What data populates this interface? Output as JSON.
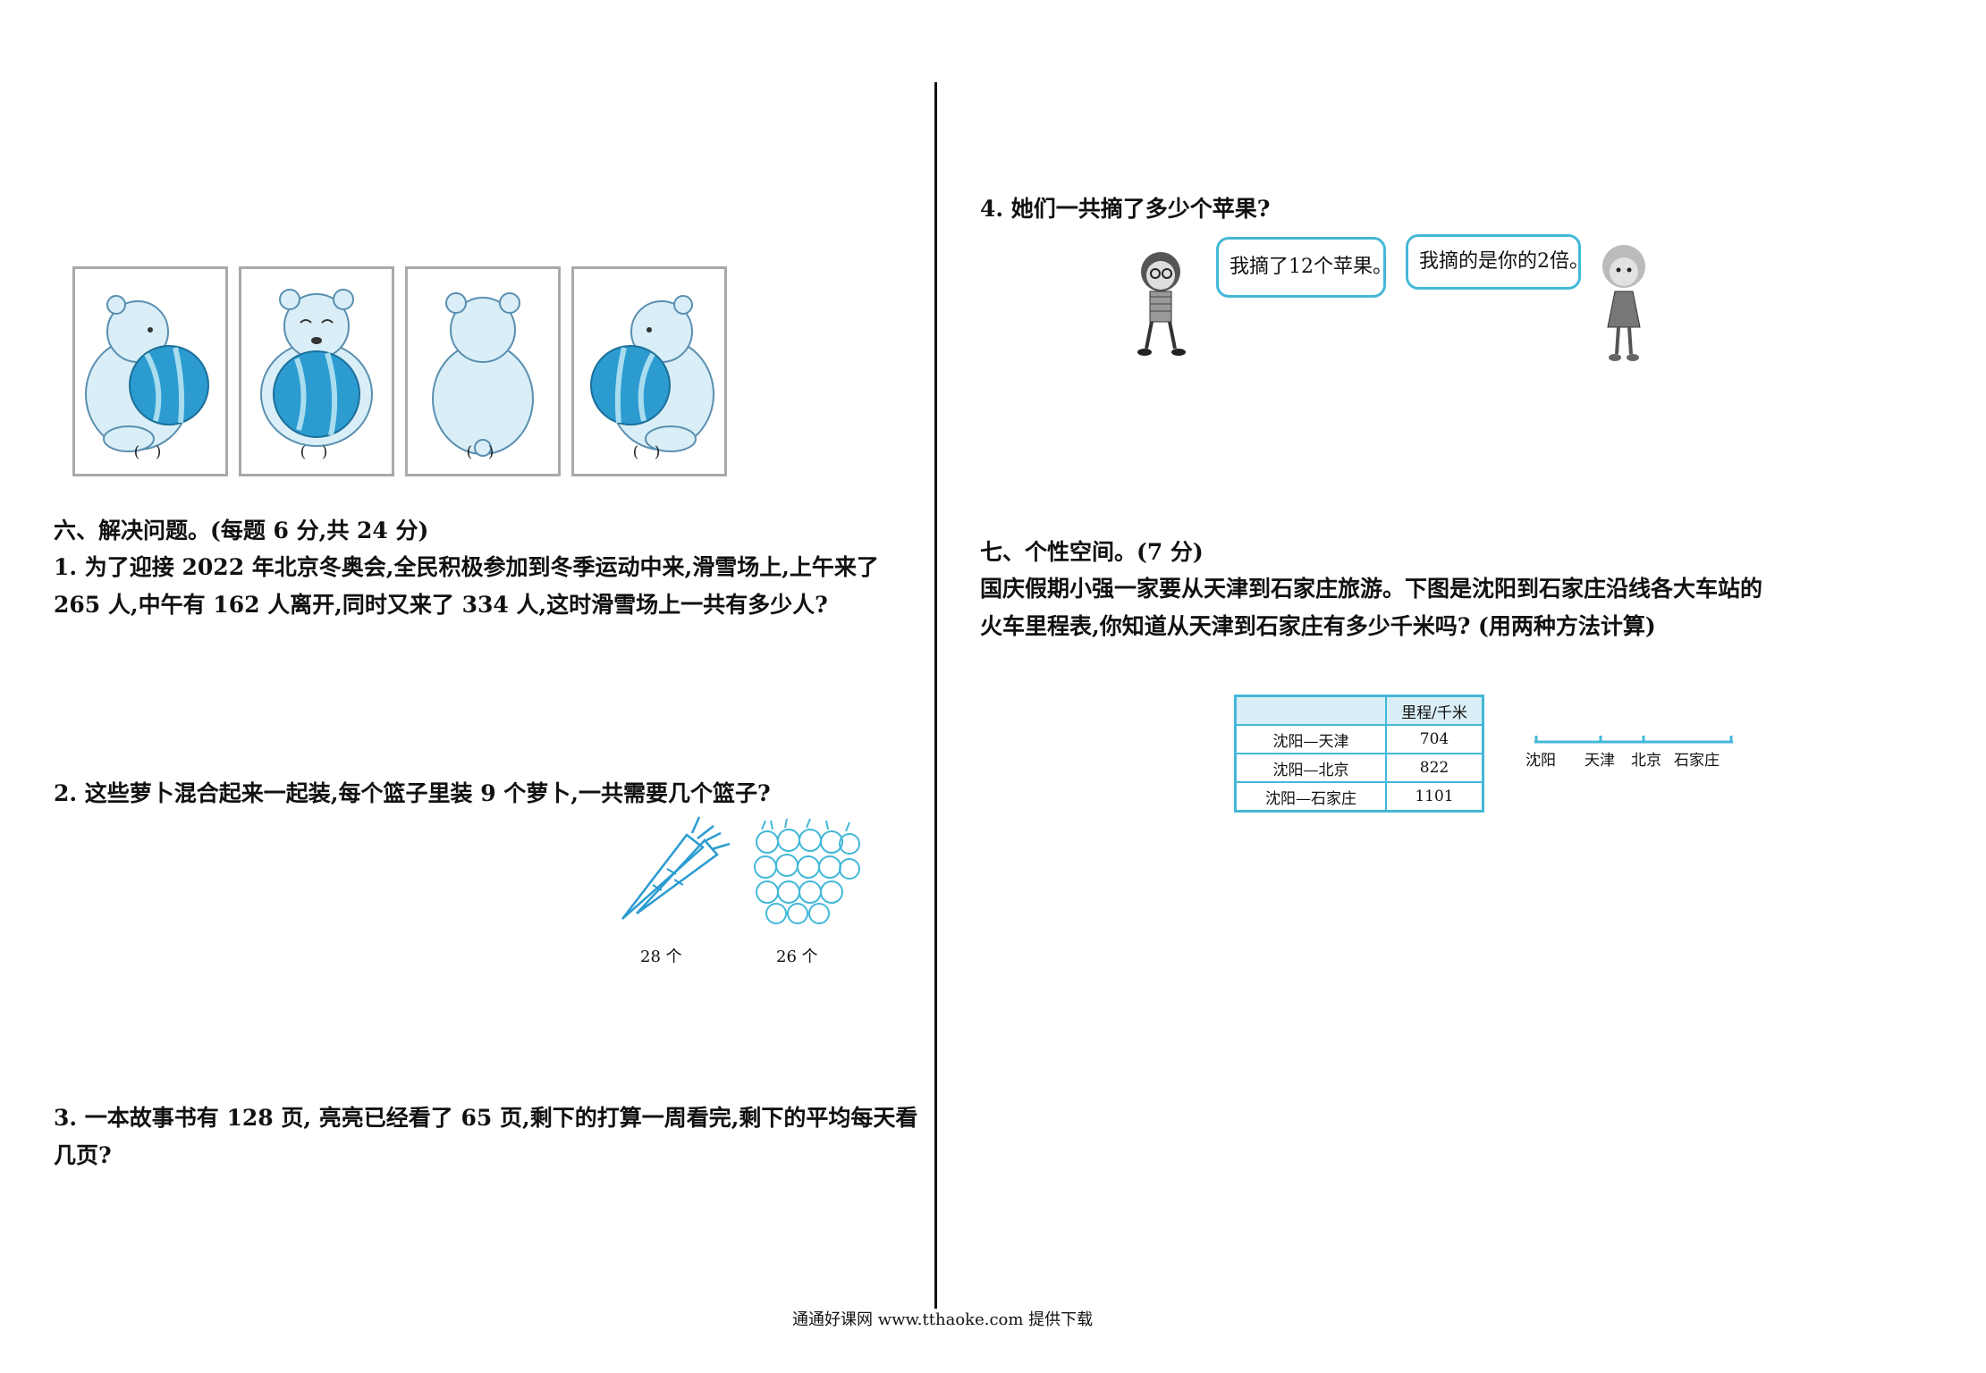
{
  "bears": {
    "paren": "( )"
  },
  "section6": {
    "title": "六、解决问题。(每题 6 分,共 24 分)",
    "q1_line1": "1.  为了迎接  2022  年北京冬奥会,全民积极参加到冬季运动中来,滑雪场上,上午来了",
    "q1_line2": "265 人,中午有 162 人离开,同时又来了 334 人,这时滑雪场上一共有多少人?",
    "q2": "2.  这些萝卜混合起来一起装,每个篮子里装 9 个萝卜,一共需要几个篮子?",
    "carrot_count": "28 个",
    "radish_count": "26 个",
    "q3_line1": "3.  一本故事书有 128 页, 亮亮已经看了 65 页,剩下的打算一周看完,剩下的平均每天看",
    "q3_line2": "几页?"
  },
  "q4": {
    "text": "4.  她们一共摘了多少个苹果?",
    "bubble_left": "我摘了12个苹果。",
    "bubble_right": "我摘的是你的2倍。"
  },
  "section7": {
    "title": "七、个性空间。(7 分)",
    "line1": "国庆假期小强一家要从天津到石家庄旅游。下图是沈阳到石家庄沿线各大车站的",
    "line2": "火车里程表,你知道从天津到石家庄有多少千米吗? (用两种方法计算)",
    "table": {
      "header": [
        "",
        "里程/千米"
      ],
      "rows": [
        [
          "沈阳—天津",
          "704"
        ],
        [
          "沈阳—北京",
          "822"
        ],
        [
          "沈阳—石家庄",
          "1101"
        ]
      ]
    },
    "stations": [
      "沈阳",
      "天津",
      "北京",
      "石家庄"
    ]
  },
  "footer": "通通好课网  www.tthaoke.com  提供下载",
  "colors": {
    "accent": "#43b8d8",
    "ball": "#2b9bd0",
    "bear_fill": "#d9eef7"
  }
}
